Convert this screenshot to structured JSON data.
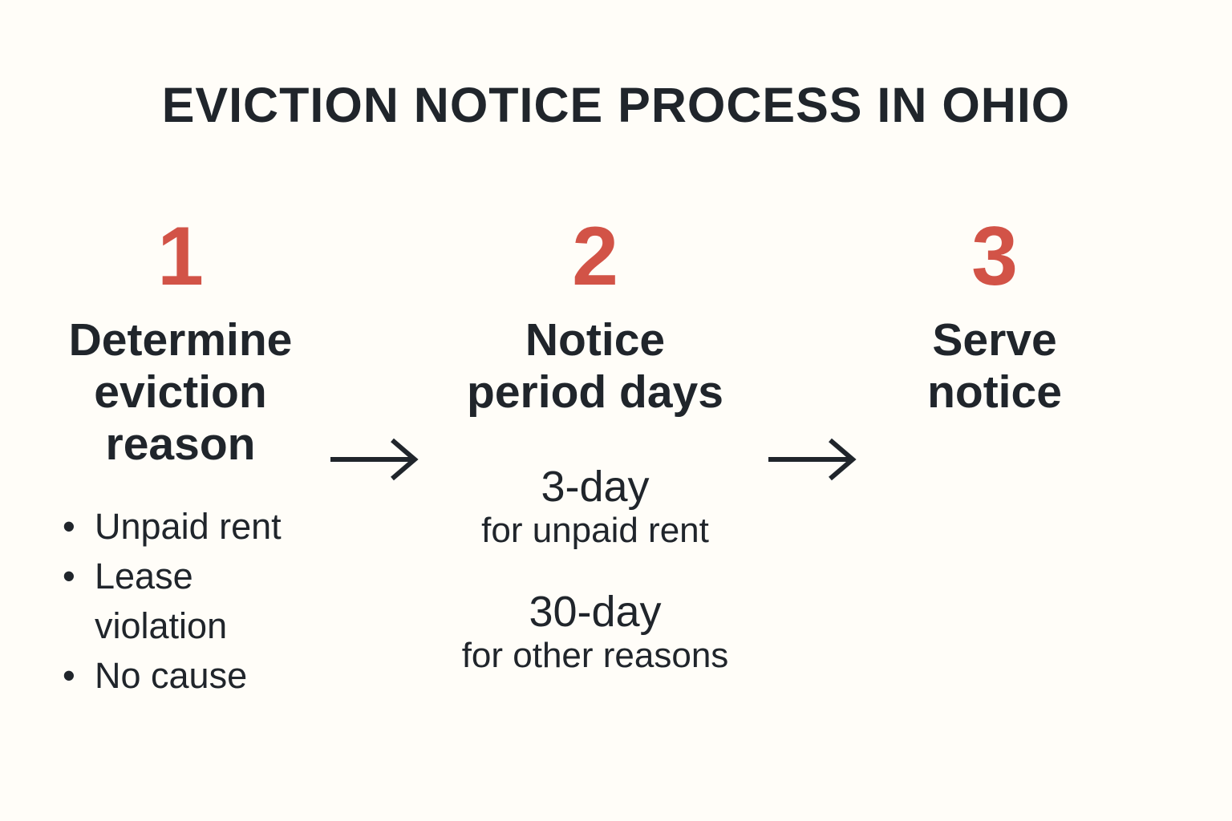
{
  "canvas": {
    "background": "#FFFDF8",
    "text_color": "#20252B",
    "accent_color": "#D25347"
  },
  "title": "EVICTION NOTICE PROCESS IN OHIO",
  "glyphs": {
    "bullet": "•",
    "arrow": "→"
  },
  "steps": [
    {
      "number": "1",
      "heading": "Determine eviction reason",
      "heading_lines": [
        "Determine",
        "eviction",
        "reason"
      ],
      "bullets": [
        "Unpaid rent",
        "Lease violation",
        "No cause"
      ]
    },
    {
      "number": "2",
      "heading": "Notice period days",
      "heading_lines": [
        "Notice",
        "period days"
      ],
      "periods": [
        {
          "duration": "3-day",
          "condition": "for unpaid rent"
        },
        {
          "duration": "30-day",
          "condition": "for other reasons"
        }
      ]
    },
    {
      "number": "3",
      "heading": "Serve notice",
      "heading_lines": [
        "Serve",
        "notice"
      ]
    }
  ]
}
